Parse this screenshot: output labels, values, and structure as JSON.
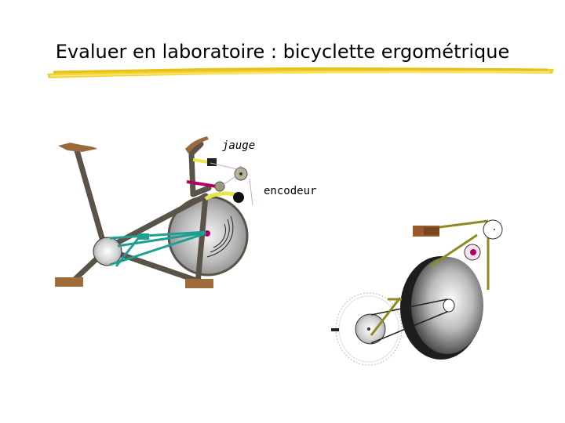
{
  "slide": {
    "title": "Evaluer en laboratoire : bicyclette ergométrique"
  },
  "labels": {
    "jauge": "jauge",
    "encodeur": "encodeur"
  },
  "colors": {
    "frame": "#5a5347",
    "seat": "#9a6a3c",
    "feet": "#9e6b3b",
    "chain": "#1f9e94",
    "gauge_yellow": "#e7e64a",
    "gauge_pink": "#b10062",
    "highlight": "#f2d231",
    "olive": "#8e8a22",
    "saddle2": "#9c5a2c"
  },
  "icons": {
    "bike": "stationary-bike-illustration",
    "mechanism": "flywheel-mechanism-illustration"
  }
}
